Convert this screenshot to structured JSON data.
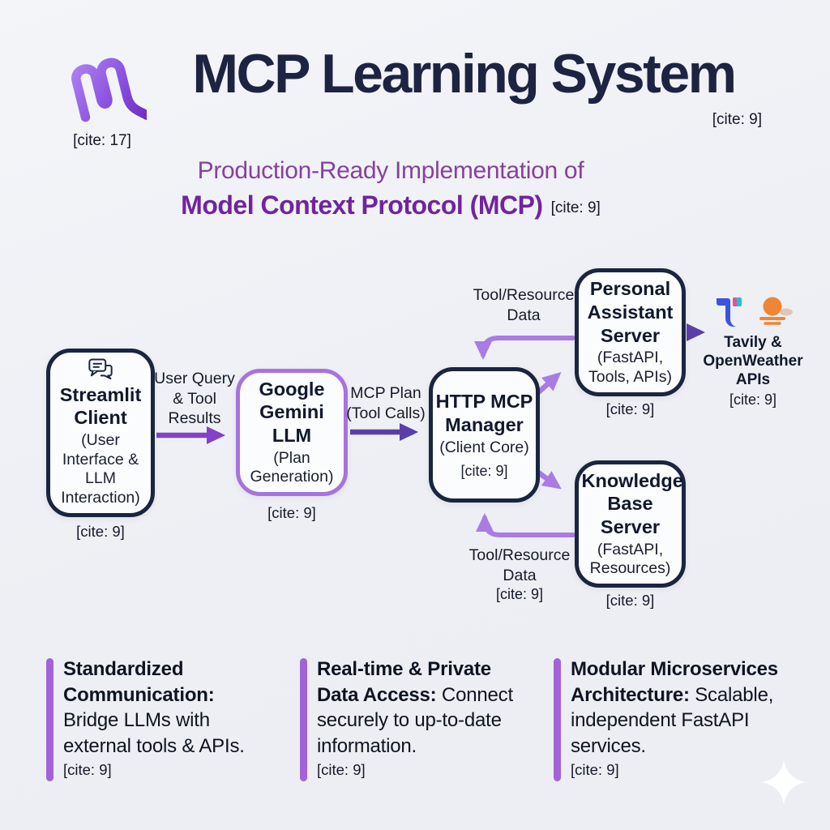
{
  "header": {
    "title": "MCP Learning System",
    "title_cite": "[cite: 9]",
    "logo_icon": "mcp-purple-squiggle-logo",
    "logo_cite": "[cite: 17]",
    "subtitle_line1": "Production-Ready Implementation of",
    "subtitle_line2": "Model Context Protocol (MCP)",
    "subtitle_cite": "[cite: 9]"
  },
  "diagram": {
    "nodes": {
      "streamlit": {
        "icon": "chat-bubbles-icon",
        "title": "Streamlit Client",
        "subtitle": "(User Interface & LLM Interaction)",
        "cite": "[cite: 9]"
      },
      "gemini": {
        "title": "Google Gemini LLM",
        "subtitle": "(Plan Generation)",
        "cite": "[cite: 9]"
      },
      "manager": {
        "title": "HTTP MCP Manager",
        "subtitle": "(Client Core)",
        "cite": "[cite: 9]"
      },
      "assistant": {
        "title": "Personal Assistant Server",
        "subtitle": "(FastAPI, Tools, APIs)",
        "cite": "[cite: 9]"
      },
      "knowledge": {
        "title": "Knowledge Base Server",
        "subtitle": "(FastAPI, Resources)",
        "cite": "[cite: 9]"
      },
      "apis": {
        "icons": "tavily-logo, openweather-logo",
        "title": "Tavily & OpenWeather APIs",
        "cite": "[cite: 9]"
      }
    },
    "edges": {
      "user_query_label": "User Query & Tool Results",
      "mcp_plan_label": "MCP Plan (Tool Calls)",
      "tool_resource_top_label": "Tool/Resource Data",
      "tool_resource_bottom_label": "Tool/Resource Data",
      "tool_resource_bottom_cite": "[cite: 9]"
    }
  },
  "features": [
    {
      "title": "Standardized Communication:",
      "body": " Bridge LLMs with external tools & APIs.",
      "cite": "[cite: 9]"
    },
    {
      "title": "Real-time & Private Data Access:",
      "body": " Connect securely to up-to-date information.",
      "cite": "[cite: 9]"
    },
    {
      "title": "Modular Microservices Architecture:",
      "body": " Scalable, independent FastAPI services.",
      "cite": "[cite: 9]"
    }
  ],
  "icons": {
    "watermark": "sparkle-icon"
  },
  "colors": {
    "background": "#edeff4",
    "title_navy": "#1d2442",
    "subtitle_purple": "#86419d",
    "subtitle_purple_bold": "#70249f",
    "node_border_navy": "#1a2540",
    "node_border_purple": "#a873dc",
    "arrow_violet": "#8442c6",
    "arrow_indigo": "#5a3fa8",
    "arrow_light_purple": "#a97ce4",
    "feature_bar_purple": "#a263d8"
  }
}
